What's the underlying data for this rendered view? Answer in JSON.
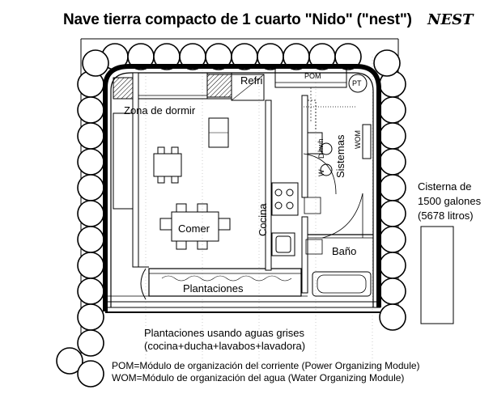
{
  "title": "Nave tierra compacto de 1 cuarto \"Nido\" (\"nest\")",
  "logo_text": "NEST",
  "rooms": {
    "sleeping": "Zona de dormir",
    "fridge": "Refri",
    "dining": "Comer",
    "kitchen": "Cocina",
    "systems": "Sistemas",
    "bathroom": "Baño",
    "plantings": "Plantaciones"
  },
  "equipment": {
    "pom": "POM",
    "pt": "PT",
    "wom": "WOM",
    "hwh": "hwh",
    "d": "D",
    "w": "W"
  },
  "cistern": {
    "line1": "Cisterna de",
    "line2": "1500 galones",
    "line3": "(5678 litros)"
  },
  "greywater": {
    "line1": "Plantaciones usando aguas grises",
    "line2": "(cocina+ducha+lavabos+lavadora)"
  },
  "legend": {
    "pom": "POM=Módulo de organización del corriente (Power Organizing Module)",
    "wom": "WOM=Módulo de organización del agua (Water Organizing Module)"
  }
}
